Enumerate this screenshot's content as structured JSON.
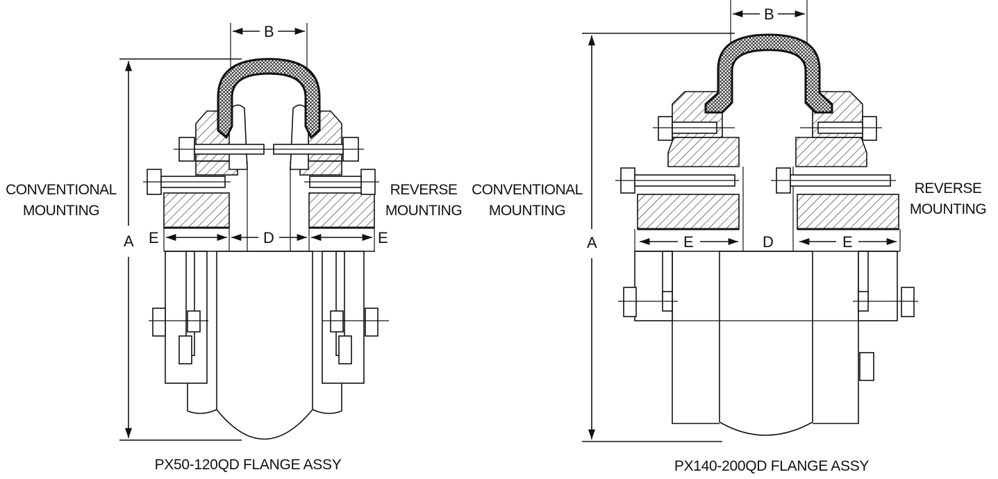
{
  "left_drawing": {
    "label_left": [
      "CONVENTIONAL",
      "MOUNTING"
    ],
    "label_right": [
      "REVERSE",
      "MOUNTING"
    ],
    "dim_a": "A",
    "dim_b": "B",
    "dim_d": "D",
    "dim_e_left": "E",
    "dim_e_right": "E",
    "caption": "PX50-120QD FLANGE ASSY"
  },
  "right_drawing": {
    "label_left": [
      "CONVENTIONAL",
      "MOUNTING"
    ],
    "label_right": [
      "REVERSE",
      "MOUNTING"
    ],
    "dim_a": "A",
    "dim_b": "B",
    "dim_d": "D",
    "dim_e_left": "E",
    "dim_e_right": "E",
    "caption": "PX140-200QD FLANGE ASSY"
  },
  "colors": {
    "ink": "#111111",
    "paper": "#ffffff"
  }
}
